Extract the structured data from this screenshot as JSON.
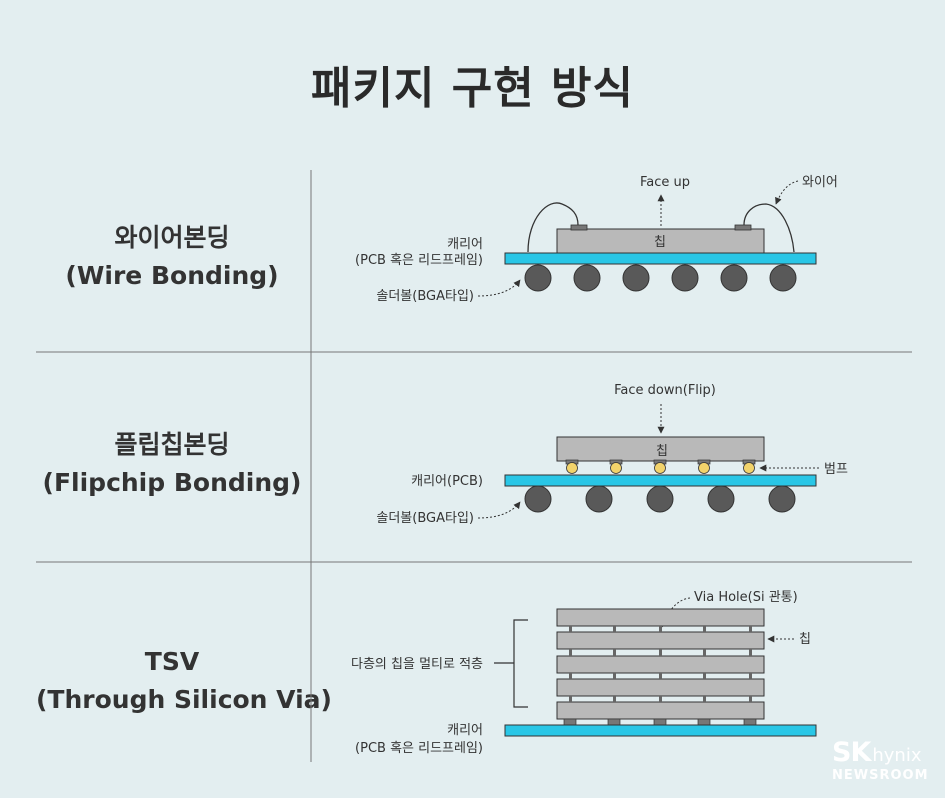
{
  "title": "패키지 구현 방식",
  "rows": [
    {
      "name_ko": "와이어본딩",
      "name_en": "(Wire Bonding)"
    },
    {
      "name_ko": "플립칩본딩",
      "name_en": "(Flipchip Bonding)"
    },
    {
      "name_ko": "TSV",
      "name_en": "(Through Silicon Via)"
    }
  ],
  "wire": {
    "face_label": "Face up",
    "wire_label": "와이어",
    "chip_label": "칩",
    "carrier_label_1": "캐리어",
    "carrier_label_2": "(PCB 혹은 리드프레임)",
    "solder_label": "솔더볼(BGA타입)"
  },
  "flip": {
    "face_label": "Face down(Flip)",
    "chip_label": "칩",
    "bump_label": "범프",
    "carrier_label": "캐리어(PCB)",
    "solder_label": "솔더볼(BGA타입)"
  },
  "tsv": {
    "via_label": "Via Hole(Si 관통)",
    "chip_label": "칩",
    "stack_label": "다층의 칩을 멀티로 적층",
    "carrier_label_1": "캐리어",
    "carrier_label_2": "(PCB 혹은 리드프레임)"
  },
  "logo": {
    "brand": "SK",
    "brand_sub": "hynix",
    "channel": "NEWSROOM"
  },
  "colors": {
    "background": "#e3eef0",
    "carrier": "#29c6e6",
    "chip": "#b9b9b9",
    "solder_ball": "#595959",
    "bump": "#f2d36b",
    "divider": "#777777"
  }
}
